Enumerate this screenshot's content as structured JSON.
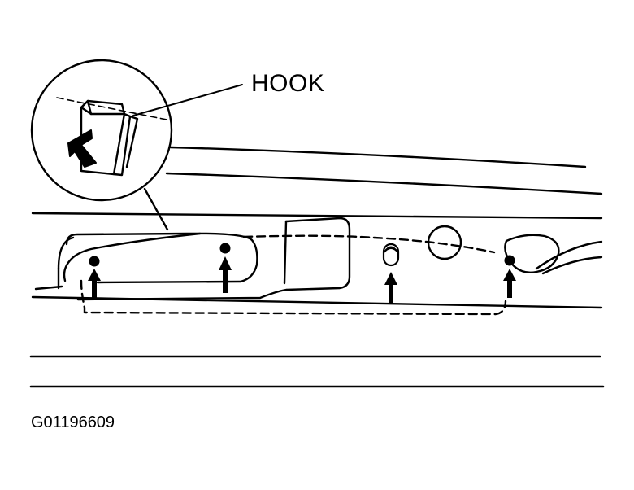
{
  "callouts": {
    "hook": "HOOK"
  },
  "figure_id": "G01196609",
  "colors": {
    "line": "#000000",
    "background": "#ffffff"
  },
  "icons": {
    "arrows": "up-arrow",
    "detail_arrow": "up-right-arrow"
  }
}
